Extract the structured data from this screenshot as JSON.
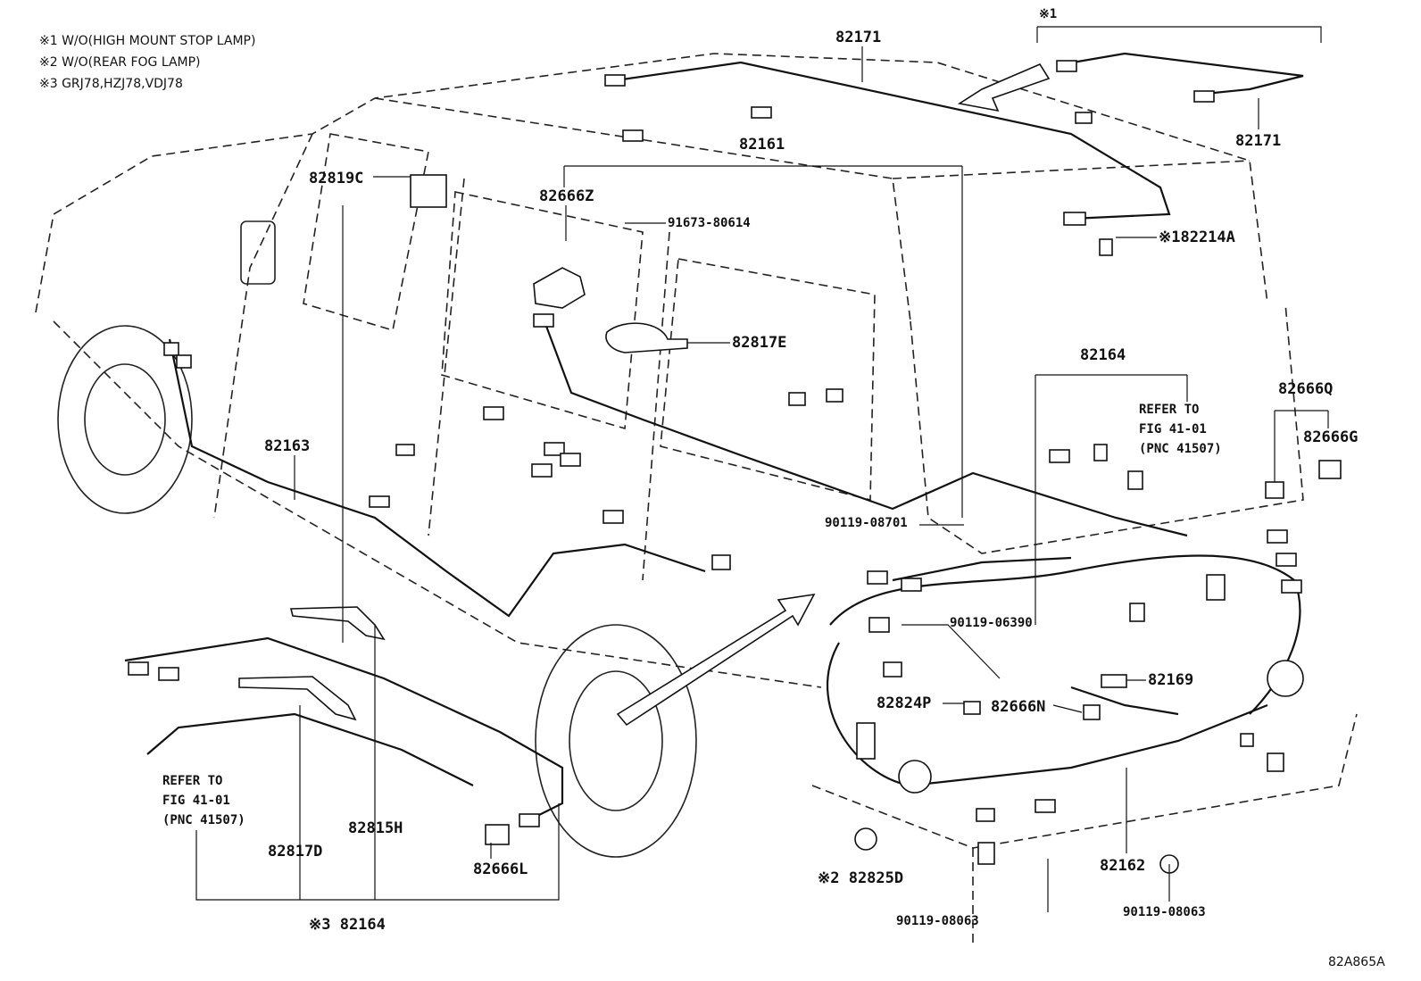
{
  "notes": [
    "※1 W/O(HIGH MOUNT STOP LAMP)",
    "※2 W/O(REAR FOG LAMP)",
    "※3 GRJ78,HZJ78,VDJ78"
  ],
  "callouts": {
    "p82171_top": "82171",
    "p82171_right": "82171",
    "mark1_top": "※1",
    "p82161": "82161",
    "p82819c": "82819C",
    "p82666z": "82666Z",
    "p91673": "91673-80614",
    "p82214a": "※182214A",
    "p82817e": "82817E",
    "p82164_mid": "82164",
    "p82666q": "82666Q",
    "p82666g": "82666G",
    "p82163": "82163",
    "p90119_08701": "90119-08701",
    "p90119_06390": "90119-06390",
    "p82169": "82169",
    "p82824p": "82824P",
    "p82666n": "82666N",
    "p82162": "82162",
    "p82825d": "※2 82825D",
    "p90119_08063_l": "90119-08063",
    "p90119_08063_r": "90119-08063",
    "p82817d": "82817D",
    "p82815h": "82815H",
    "p82666l": "82666L",
    "p82164_bottom": "※3 82164"
  },
  "references": {
    "right": "REFER TO\nFIG 41-01\n(PNC 41507)",
    "left": "REFER TO\nFIG 41-01\n(PNC 41507)"
  },
  "footer_code": "82A865A"
}
